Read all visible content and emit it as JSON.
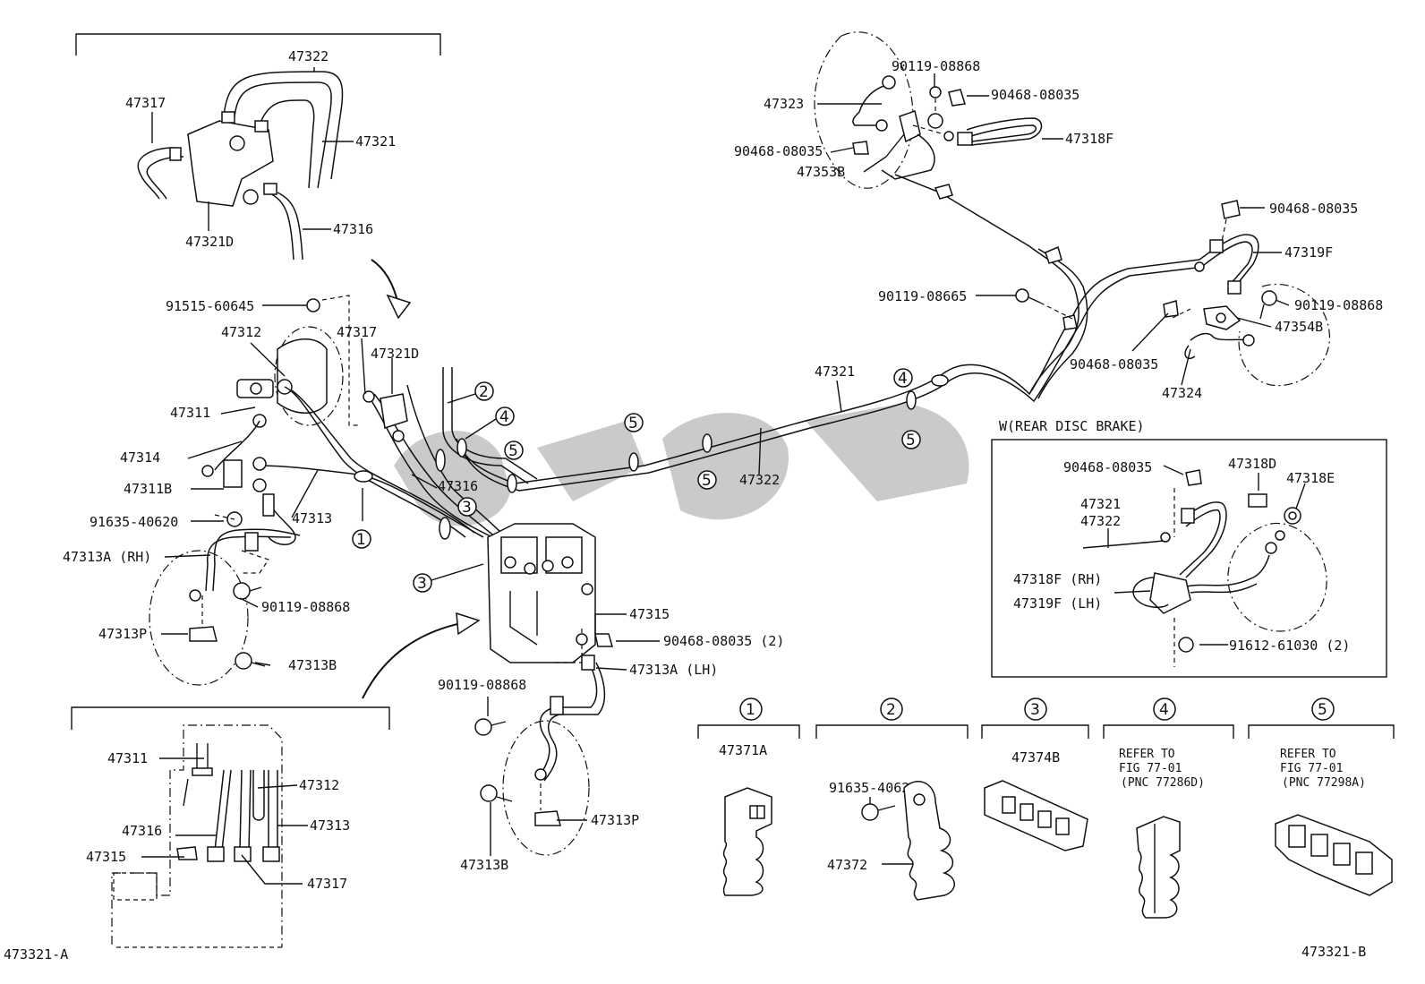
{
  "labels": {
    "l47322_top": "47322",
    "l47317_top": "47317",
    "l47321_top": "47321",
    "l47321D_top": "47321D",
    "l47316_top": "47316",
    "l91515": "91515-60645",
    "l47312": "47312",
    "l47317_mid": "47317",
    "l47321D_mid": "47321D",
    "l47311": "47311",
    "l47314": "47314",
    "l47311B": "47311B",
    "l47313": "47313",
    "l47316_mid": "47316",
    "l91635_left": "91635-40620",
    "l47313A_RH": "47313A (RH)",
    "l90119_left": "90119-08868",
    "l47313P_left": "47313P",
    "l47313B_left": "47313B",
    "l47315_mid": "47315",
    "l90468_2": "90468-08035 (2)",
    "l47313A_LH": "47313A (LH)",
    "l90119_bot": "90119-08868",
    "l47313P_bot": "47313P",
    "l47313B_bot": "47313B",
    "l47311_ins": "47311",
    "l47312_ins": "47312",
    "l47313_ins": "47313",
    "l47316_ins": "47316",
    "l47315_ins": "47315",
    "l47317_ins": "47317",
    "fig_a": "473321-A",
    "fig_b": "473321-B",
    "l47321_mid": "47321",
    "l47322_mid": "47322",
    "l90119_tr": "90119-08868",
    "l90468_tr1": "90468-08035",
    "l47323": "47323",
    "l47318F": "47318F",
    "l90468_tr2": "90468-08035",
    "l47353B": "47353B",
    "l90468_r1": "90468-08035",
    "l47319F": "47319F",
    "l90119_08665": "90119-08665",
    "l90119_r": "90119-08868",
    "l47354B": "47354B",
    "l90468_r2": "90468-08035",
    "l47324": "47324",
    "w_title": "W(REAR DISC BRAKE)",
    "w_90468": "90468-08035",
    "w_47318D": "47318D",
    "w_47318E": "47318E",
    "w_47321": "47321",
    "w_47322": "47322",
    "w_47318F": "47318F (RH)",
    "w_47319F": "47319F (LH)",
    "w_91612": "91612-61030 (2)",
    "c1_part": "47371A",
    "c2_bolt": "91635-40620",
    "c2_part": "47372",
    "c3_part": "47374B",
    "c4_ref1": "REFER TO",
    "c4_ref2": "FIG 77-01",
    "c4_ref3": "(PNC 77286D)",
    "c5_ref1": "REFER TO",
    "c5_ref2": "FIG 77-01",
    "c5_ref3": "(PNC 77298A)"
  },
  "callouts": {
    "c1": "1",
    "c2": "2",
    "c3": "3",
    "c4": "4",
    "c5": "5"
  },
  "icons": {
    "pipe_clamp": "clamp-icon",
    "union_bolt": "bolt-icon",
    "clip": "clip-icon",
    "actuator": "abs-actuator-icon"
  }
}
